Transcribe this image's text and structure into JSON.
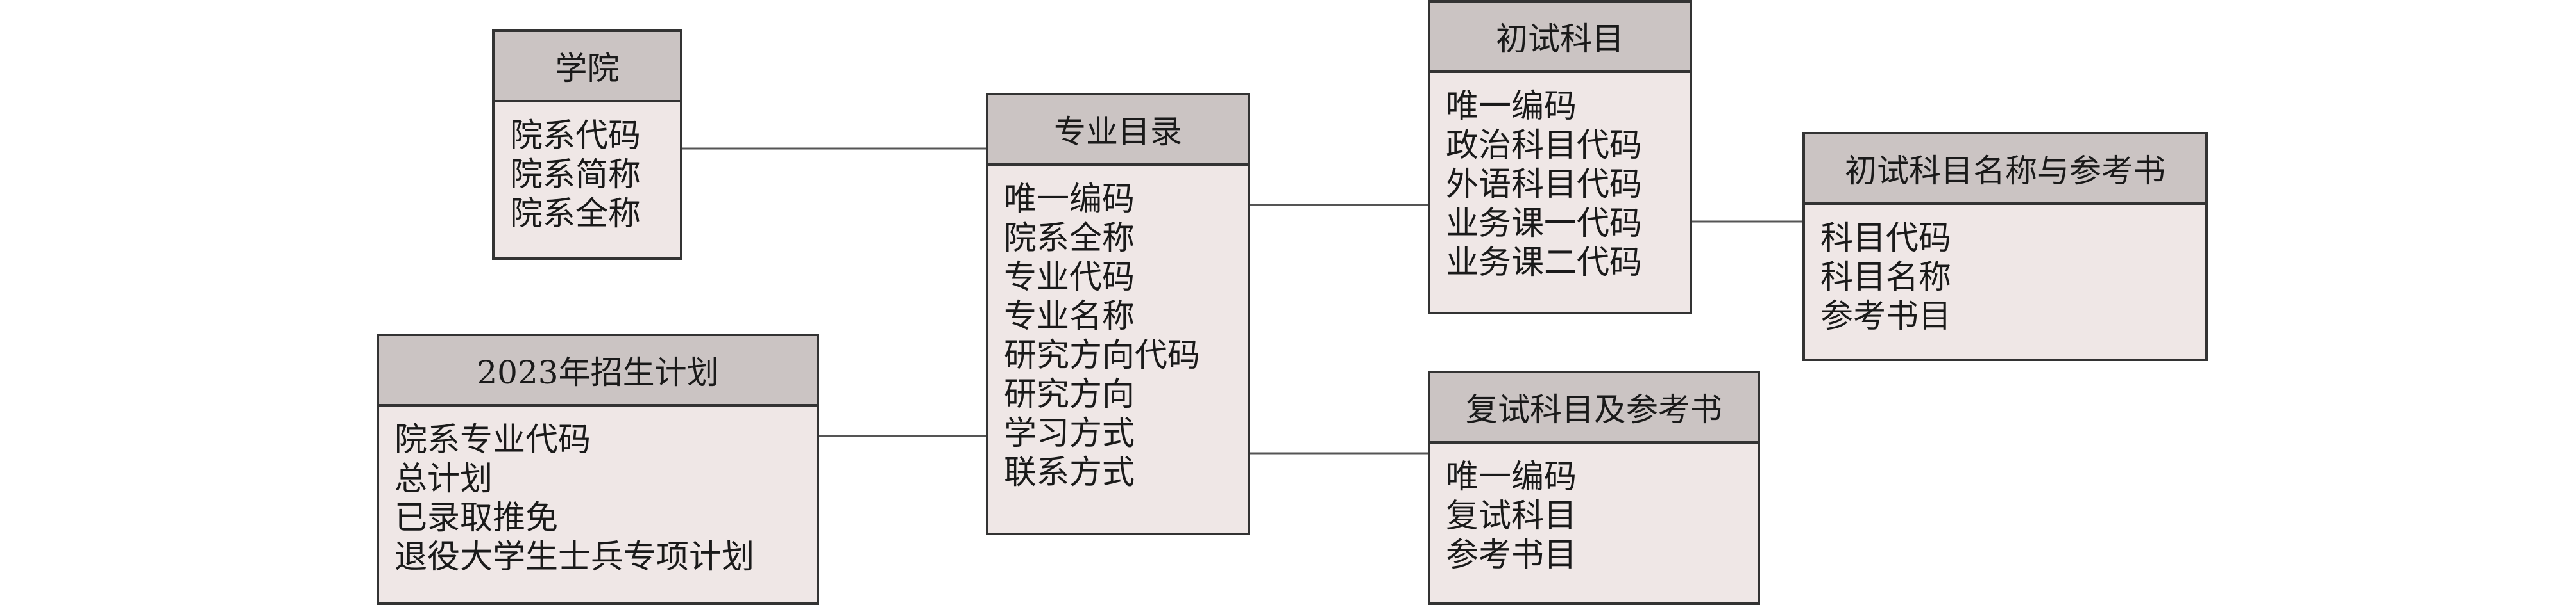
{
  "diagram": {
    "entities": [
      {
        "id": "college",
        "title": "学院",
        "fields": [
          "院系代码",
          "院系简称",
          "院系全称"
        ]
      },
      {
        "id": "enrollment-plan",
        "title": "2023年招生计划",
        "fields": [
          "院系专业代码",
          "总计划",
          "已录取推免",
          "退役大学生士兵专项计划"
        ]
      },
      {
        "id": "major-catalog",
        "title": "专业目录",
        "fields": [
          "唯一编码",
          "院系全称",
          "专业代码",
          "专业名称",
          "研究方向代码",
          "研究方向",
          "学习方式",
          "联系方式"
        ]
      },
      {
        "id": "initial-exam-subjects",
        "title": "初试科目",
        "fields": [
          "唯一编码",
          "政治科目代码",
          "外语科目代码",
          "业务课一代码",
          "业务课二代码"
        ]
      },
      {
        "id": "retest-subjects",
        "title": "复试科目及参考书",
        "fields": [
          "唯一编码",
          "复试科目",
          "参考书目"
        ]
      },
      {
        "id": "initial-subject-names",
        "title": "初试科目名称与参考书",
        "fields": [
          "科目代码",
          "科目名称",
          "参考书目"
        ]
      }
    ],
    "relations": [
      {
        "from": "college",
        "to": "major-catalog"
      },
      {
        "from": "enrollment-plan",
        "to": "major-catalog"
      },
      {
        "from": "major-catalog",
        "to": "initial-exam-subjects"
      },
      {
        "from": "major-catalog",
        "to": "retest-subjects"
      },
      {
        "from": "initial-exam-subjects",
        "to": "initial-subject-names"
      }
    ],
    "colors": {
      "header_fill": "#cbc4c3",
      "body_fill": "#efe7e6",
      "border": "#333333",
      "connector": "#555555"
    }
  }
}
